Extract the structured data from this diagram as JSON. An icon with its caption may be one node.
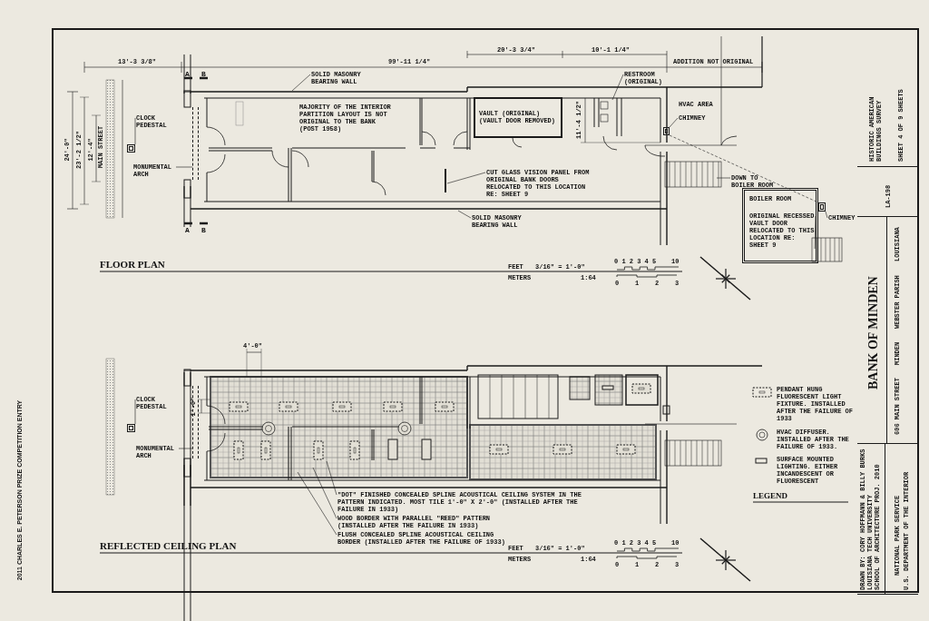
{
  "diagram": {
    "title": "BANK OF MINDEN",
    "nodes": [
      {
        "text": [
          "CLOCK PEDESTAL"
        ]
      },
      {
        "text": [
          "MONUMENTAL ARCH"
        ]
      },
      {
        "text": [
          "SOLID MASONRY BEARING WALL"
        ]
      },
      {
        "text": [
          "VAULT (ORIGINAL) (VAULT DOOR REMOVED)"
        ]
      },
      {
        "text": [
          "RESTROOM (ORIGINAL)"
        ]
      },
      {
        "text": [
          "CHIMNEY"
        ]
      },
      {
        "text": [
          "DOWN TO BOILER ROOM"
        ]
      },
      {
        "text": [
          "CUT GLASS VISION PANEL FROM ORIGINAL BANK DOORS RELOCATED TO THIS LOCATION RE: SHEET 9"
        ]
      },
      {
        "text": [
          "SOLID MASONRY BEARING WALL"
        ]
      },
      {
        "text": [
          "BOILER ROOM"
        ]
      },
      {
        "text": [
          "CHIMNEY"
        ]
      },
      {
        "text": [
          "ORIGINAL RECESSED VAULT DOOR RELOCATED TO THIS LOCATION RE: SHEET 9"
        ],
        "in": 9
      },
      {
        "text": [
          "CLOCK PEDESTAL"
        ]
      },
      {
        "text": [
          "MONUMENTAL ARCH"
        ]
      },
      {
        "text": [
          "\"DOT\" FINISHED CONCEALED SPLINE ACOUSTICAL CEILING SYSTEM IN THE PATTERN INDICATED. MOST TILE 1'-0\" X 2'-0\" (INSTALLED AFTER THE FAILURE IN 1933)"
        ]
      },
      {
        "text": [
          "WOOD BORDER WITH PARALLEL \"REED\" PATTERN (INSTALLED AFTER THE FAILURE IN 1933)"
        ]
      },
      {
        "text": [
          "FLUSH CONCEALED SPLINE ACOUSTICAL CEILING BORDER (INSTALLED AFTER THE FAILURE OF 1933)"
        ]
      },
      {
        "text": [],
        "shape": "box"
      },
      {
        "text": [],
        "shape": "box"
      },
      {
        "text": [],
        "shape": "box"
      },
      {
        "text": [],
        "shape": "box"
      },
      {
        "text": [],
        "shape": "box"
      },
      {
        "text": [],
        "shape": "box"
      }
    ],
    "edges": [
      {
        "from": 0,
        "to": 17,
        "arrow": "none"
      },
      {
        "from": 1,
        "to": 18,
        "arrow": "none"
      },
      {
        "from": 2,
        "to": null,
        "arrow": "none"
      },
      {
        "from": 4,
        "to": null,
        "arrow": "none"
      },
      {
        "from": 5,
        "to": 19,
        "arrow": "none"
      },
      {
        "from": 6,
        "to": null,
        "arrow": "none"
      },
      {
        "from": 7,
        "to": null,
        "arrow": "none"
      },
      {
        "from": 8,
        "to": null,
        "arrow": "none"
      },
      {
        "from": 10,
        "to": 20,
        "arrow": "none"
      },
      {
        "from": 11,
        "to": null,
        "arrow": "none"
      },
      {
        "from": 12,
        "to": 21,
        "arrow": "none"
      },
      {
        "from": 13,
        "to": 22,
        "arrow": "none"
      },
      {
        "from": 14,
        "to": null,
        "arrow": "none"
      },
      {
        "from": 15,
        "to": null,
        "arrow": "none"
      },
      {
        "from": 16,
        "to": null,
        "arrow": "none"
      },
      {
        "from": 19,
        "to": 20,
        "arrow": "none",
        "style": "dashed"
      }
    ],
    "labels": [
      "13'-3 3/8\"",
      "99'-11 1/4\"",
      "ADDITION NOT ORIGINAL",
      "A",
      "B",
      "20'-3 3/4\"",
      "10'-1 1/4\"",
      "MAJORITY OF THE INTERIOR PARTITION LAYOUT IS NOT ORIGINAL TO THE BANK (POST 1958)",
      "HVAC AREA",
      "24'-0\"",
      "23'-2 1/2\"",
      "12'-4\"",
      "MAIN STREET",
      "11'-4 1/2\"",
      "A",
      "B",
      "FLOOR PLAN",
      "FEET",
      "3/16\" = 1'-0\"",
      "0 1 2 3 4 5",
      "10",
      "METERS",
      "1:64",
      "0",
      "1",
      "2",
      "3",
      "4'-0\"",
      "1'-0\"",
      "REFLECTED CEILING PLAN",
      "FEET",
      "3/16\" = 1'-0\"",
      "0 1 2 3 4 5",
      "10",
      "METERS",
      "1:64",
      "0",
      "1",
      "2",
      "3",
      "LEGEND",
      "DRAWN BY: CORY HOFFMANN & BILLY BURKS",
      "LOUISIANA TECH UNIVERSITY",
      "SCHOOL OF ARCHITECTURE PROJ. 2010",
      "NATIONAL PARK SERVICE",
      "U.S. DEPARTMENT OF THE INTERIOR",
      "606 MAIN STREET",
      "MINDEN",
      "WEBSTER PARISH",
      "LOUISIANA",
      "LA-198",
      "HISTORIC AMERICAN BUILDINGS SURVEY",
      "SHEET 4 OF 9 SHEETS",
      "2011 CHARLES E. PETERSON PRIZE COMPETITION ENTRY"
    ],
    "legend": [
      {
        "text": "PENDANT HUNG FLUORESCENT LIGHT FIXTURE. INSTALLED AFTER THE FAILURE OF 1933"
      },
      {
        "text": "HVAC DIFFUSER. INSTALLED AFTER THE FAILURE OF 1933."
      },
      {
        "text": "SURFACE MOUNTED LIGHTING. EITHER INCANDESCENT OR FLUORESCENT"
      }
    ]
  }
}
